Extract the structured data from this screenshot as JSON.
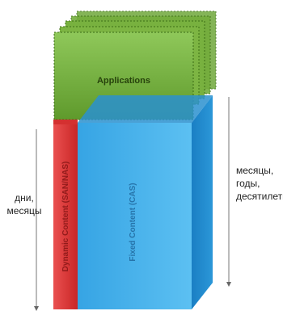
{
  "diagram": {
    "applications_label": "Applications",
    "dynamic_label": "Dynamic Content (SAN/NAS)",
    "fixed_label": "Fixed Content (CAS)",
    "left_note": "дни,\nмесяцы",
    "right_note": "месяцы,\nгоды,\nдесятилетия"
  },
  "colors": {
    "applications": "#79b33d",
    "dynamic": "#e23b3b",
    "fixed_front": "#39a8e6",
    "fixed_side": "#1c86cc",
    "fixed_top": "#2a90cf"
  }
}
